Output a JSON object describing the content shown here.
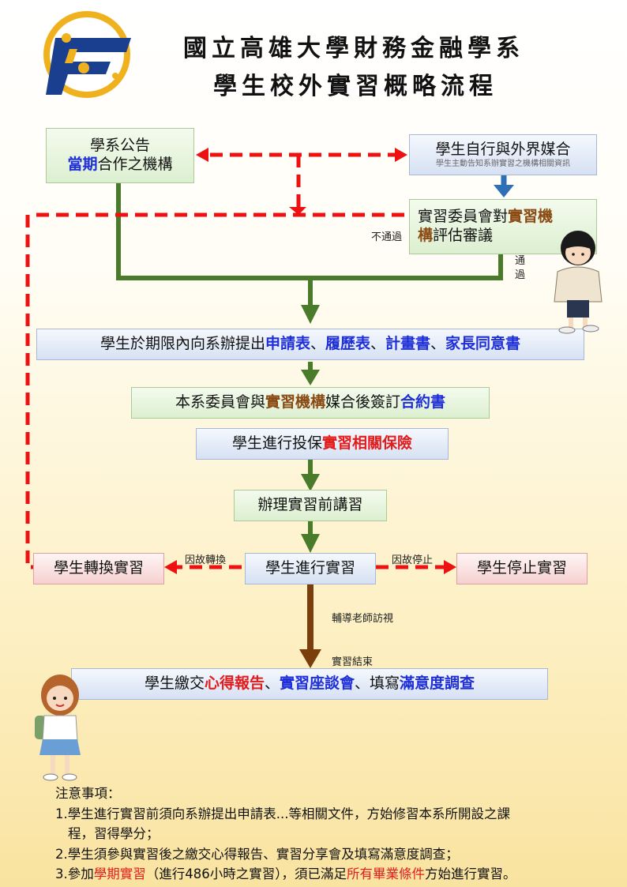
{
  "header": {
    "title_line1": "國立高雄大學財務金融學系",
    "title_line2": "學生校外實習概略流程"
  },
  "colors": {
    "green": "#4a7b2a",
    "red_dashed": "#ee1111",
    "blue_arrow": "#2f6fb6",
    "brown_arrow": "#7a3d0c"
  },
  "flow": {
    "announce": {
      "line1": "學系公告",
      "line2_highlight": "當期",
      "line2_rest": "合作之機構"
    },
    "self_match": {
      "title": "學生自行與外界媒合",
      "subtitle": "學生主動告知系辦實習之機構相關資訊"
    },
    "committee": {
      "pre": "實習委員會對",
      "highlight1": "實習機",
      "highlight2": "構",
      "post": "評估審議"
    },
    "apply": {
      "pre": "學生於期限內向系辦提出",
      "doc1": "申請表",
      "sep1": "、",
      "doc2": "履歷表",
      "sep2": "、",
      "doc3": "計畫書",
      "sep3": "、",
      "doc4": "家長同意書"
    },
    "contract": {
      "pre": "本系委員會與",
      "highlight1": "實習機構",
      "mid": "媒合後簽訂",
      "highlight2": "合約書"
    },
    "insurance": {
      "pre": "學生進行投保",
      "highlight": "實習相關保險"
    },
    "pre_lecture": "辦理實習前講習",
    "intern": "學生進行實習",
    "transfer": "學生轉換實習",
    "stop": "學生停止實習",
    "final": {
      "pre": "學生繳交",
      "h1": "心得報告",
      "sep1": "、",
      "h2": "實習座談會",
      "sep2": "、填寫",
      "h3": "滿意度調查"
    }
  },
  "labels": {
    "not_pass": "不通過",
    "pass": "通過",
    "transfer_reason": "因故轉換",
    "stop_reason": "因故停止",
    "visit": "輔導老師訪視",
    "end": "實習結束"
  },
  "notes": {
    "heading": "注意事項：",
    "item1": "1.學生進行實習前須向系辦提出申請表...等相關文件，方始修習本系所開設之課",
    "item1_cont": "程，習得學分；",
    "item2": "2.學生須參與實習後之繳交心得報告、實習分享會及填寫滿意度調查；",
    "item3_pre": "3.參加",
    "item3_h1": "學期實習",
    "item3_mid": "（進行486小時之實習），須已滿足",
    "item3_h2": "所有畢業條件",
    "item3_post": "方始進行實習。"
  }
}
